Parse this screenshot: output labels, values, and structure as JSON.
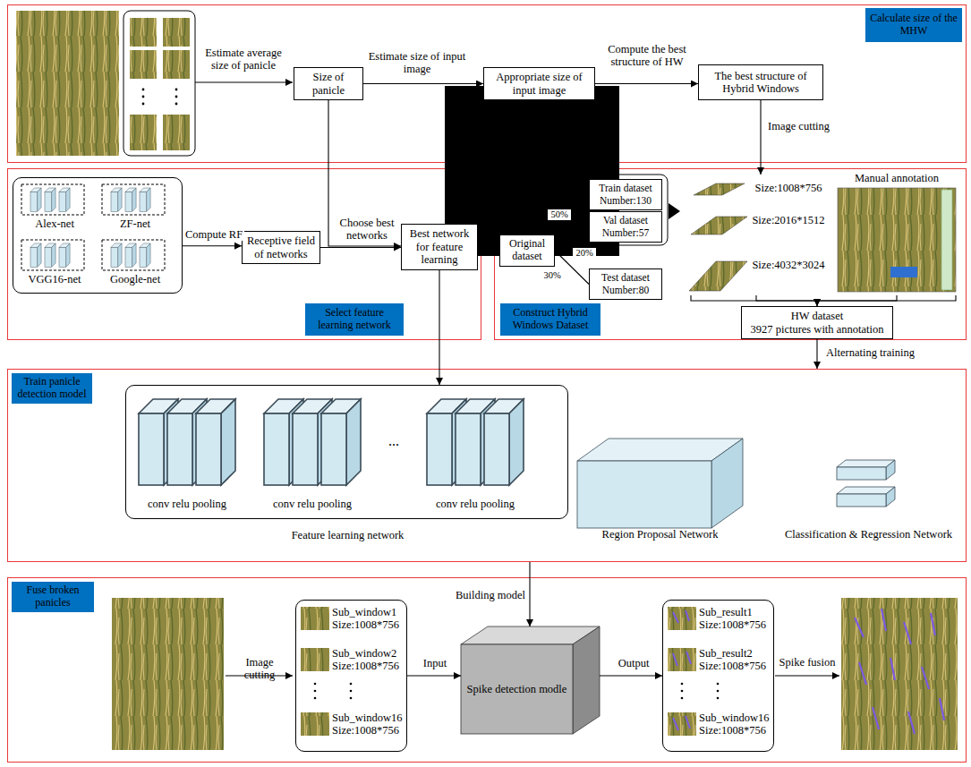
{
  "diagram": {
    "nodes": [
      {
        "text": [
          "Calculate size of the MHW"
        ]
      },
      {
        "text": [
          "Size of panicle"
        ],
        "in": 0
      },
      {
        "text": [
          "Appropriate size of input image"
        ],
        "in": 0
      },
      {
        "text": [
          "The best structure of Hybrid Windows"
        ],
        "in": 0
      },
      {
        "text": [
          "Select feature learning network"
        ]
      },
      {
        "text": [
          "Alex-net",
          "ZF-net",
          "VGG16-net",
          "Google-net"
        ],
        "in": 4
      },
      {
        "text": [
          "Receptive field of networks"
        ],
        "in": 4
      },
      {
        "text": [
          "Best network for feature learning"
        ],
        "in": 4
      },
      {
        "text": [
          "Construct Hybrid Windows Dataset"
        ]
      },
      {
        "text": [
          "Original dataset"
        ],
        "in": 8
      },
      {
        "text": [
          "Train dataset Number:130"
        ],
        "in": 8
      },
      {
        "text": [
          "Val dataset Number:57"
        ],
        "in": 8
      },
      {
        "text": [
          "Test dataset Number:80"
        ],
        "in": 8
      },
      {
        "text": [
          "Size:1008*756",
          "Size:2016*1512",
          "Size:4032*3024"
        ],
        "in": 8
      },
      {
        "text": [
          "Manual annotation"
        ],
        "in": 8
      },
      {
        "text": [
          "HW dataset",
          "3927 pictures with annotation"
        ],
        "in": 8
      },
      {
        "text": [
          "Train panicle detection model"
        ]
      },
      {
        "text": [
          "Feature learning network"
        ],
        "in": 16
      },
      {
        "text": [
          "Region Proposal Network"
        ],
        "in": 16
      },
      {
        "text": [
          "Classification & Regression Network"
        ],
        "in": 16
      },
      {
        "text": [
          "Fuse broken panicles"
        ]
      },
      {
        "text": [
          "Sub_window1 Size:1008*756",
          "Sub_window2 Size:1008*756",
          "Sub_window16 Size:1008*756"
        ],
        "in": 20
      },
      {
        "text": [
          "Spike detection modle"
        ],
        "in": 20
      },
      {
        "text": [
          "Sub_result1 Size:1008*756",
          "Sub_result2 Size:1008*756",
          "Sub_window16 Size:1008*756"
        ],
        "in": 20
      }
    ],
    "edges": [
      {
        "from": 1,
        "to": 2,
        "arrow": "to",
        "label": "Estimate size of input image"
      },
      {
        "from": 2,
        "to": 3,
        "arrow": "to",
        "label": "Compute the best structure of HW"
      },
      {
        "from": 3,
        "to": 13,
        "arrow": "to",
        "label": "Image cutting"
      },
      {
        "from": 5,
        "to": 6,
        "arrow": "to",
        "label": "Compute RF"
      },
      {
        "from": 6,
        "to": 7,
        "arrow": "to",
        "label": "Choose best networks"
      },
      {
        "from": 1,
        "to": 7,
        "arrow": "to"
      },
      {
        "from": 7,
        "to": 17,
        "arrow": "to"
      },
      {
        "from": 9,
        "to": 10,
        "arrow": "none",
        "label": "50%"
      },
      {
        "from": 9,
        "to": 11,
        "arrow": "none",
        "label": "20%"
      },
      {
        "from": 9,
        "to": 12,
        "arrow": "none",
        "label": "30%"
      },
      {
        "from": 13,
        "to": 15,
        "arrow": "to"
      },
      {
        "from": 14,
        "to": 15,
        "arrow": "to"
      },
      {
        "from": 15,
        "to": 16,
        "arrow": "to",
        "label": "Alternating training"
      },
      {
        "from": 16,
        "to": 22,
        "arrow": "to",
        "label": "Building model"
      },
      {
        "from": 21,
        "to": 22,
        "arrow": "to",
        "label": "Input"
      },
      {
        "from": 22,
        "to": 23,
        "arrow": "to",
        "label": "Output"
      }
    ],
    "labels": [
      "Estimate average size of panicle",
      "Image cutting",
      "Spike fusion",
      "conv relu pooling",
      "conv relu pooling",
      "conv relu pooling",
      "..."
    ]
  }
}
